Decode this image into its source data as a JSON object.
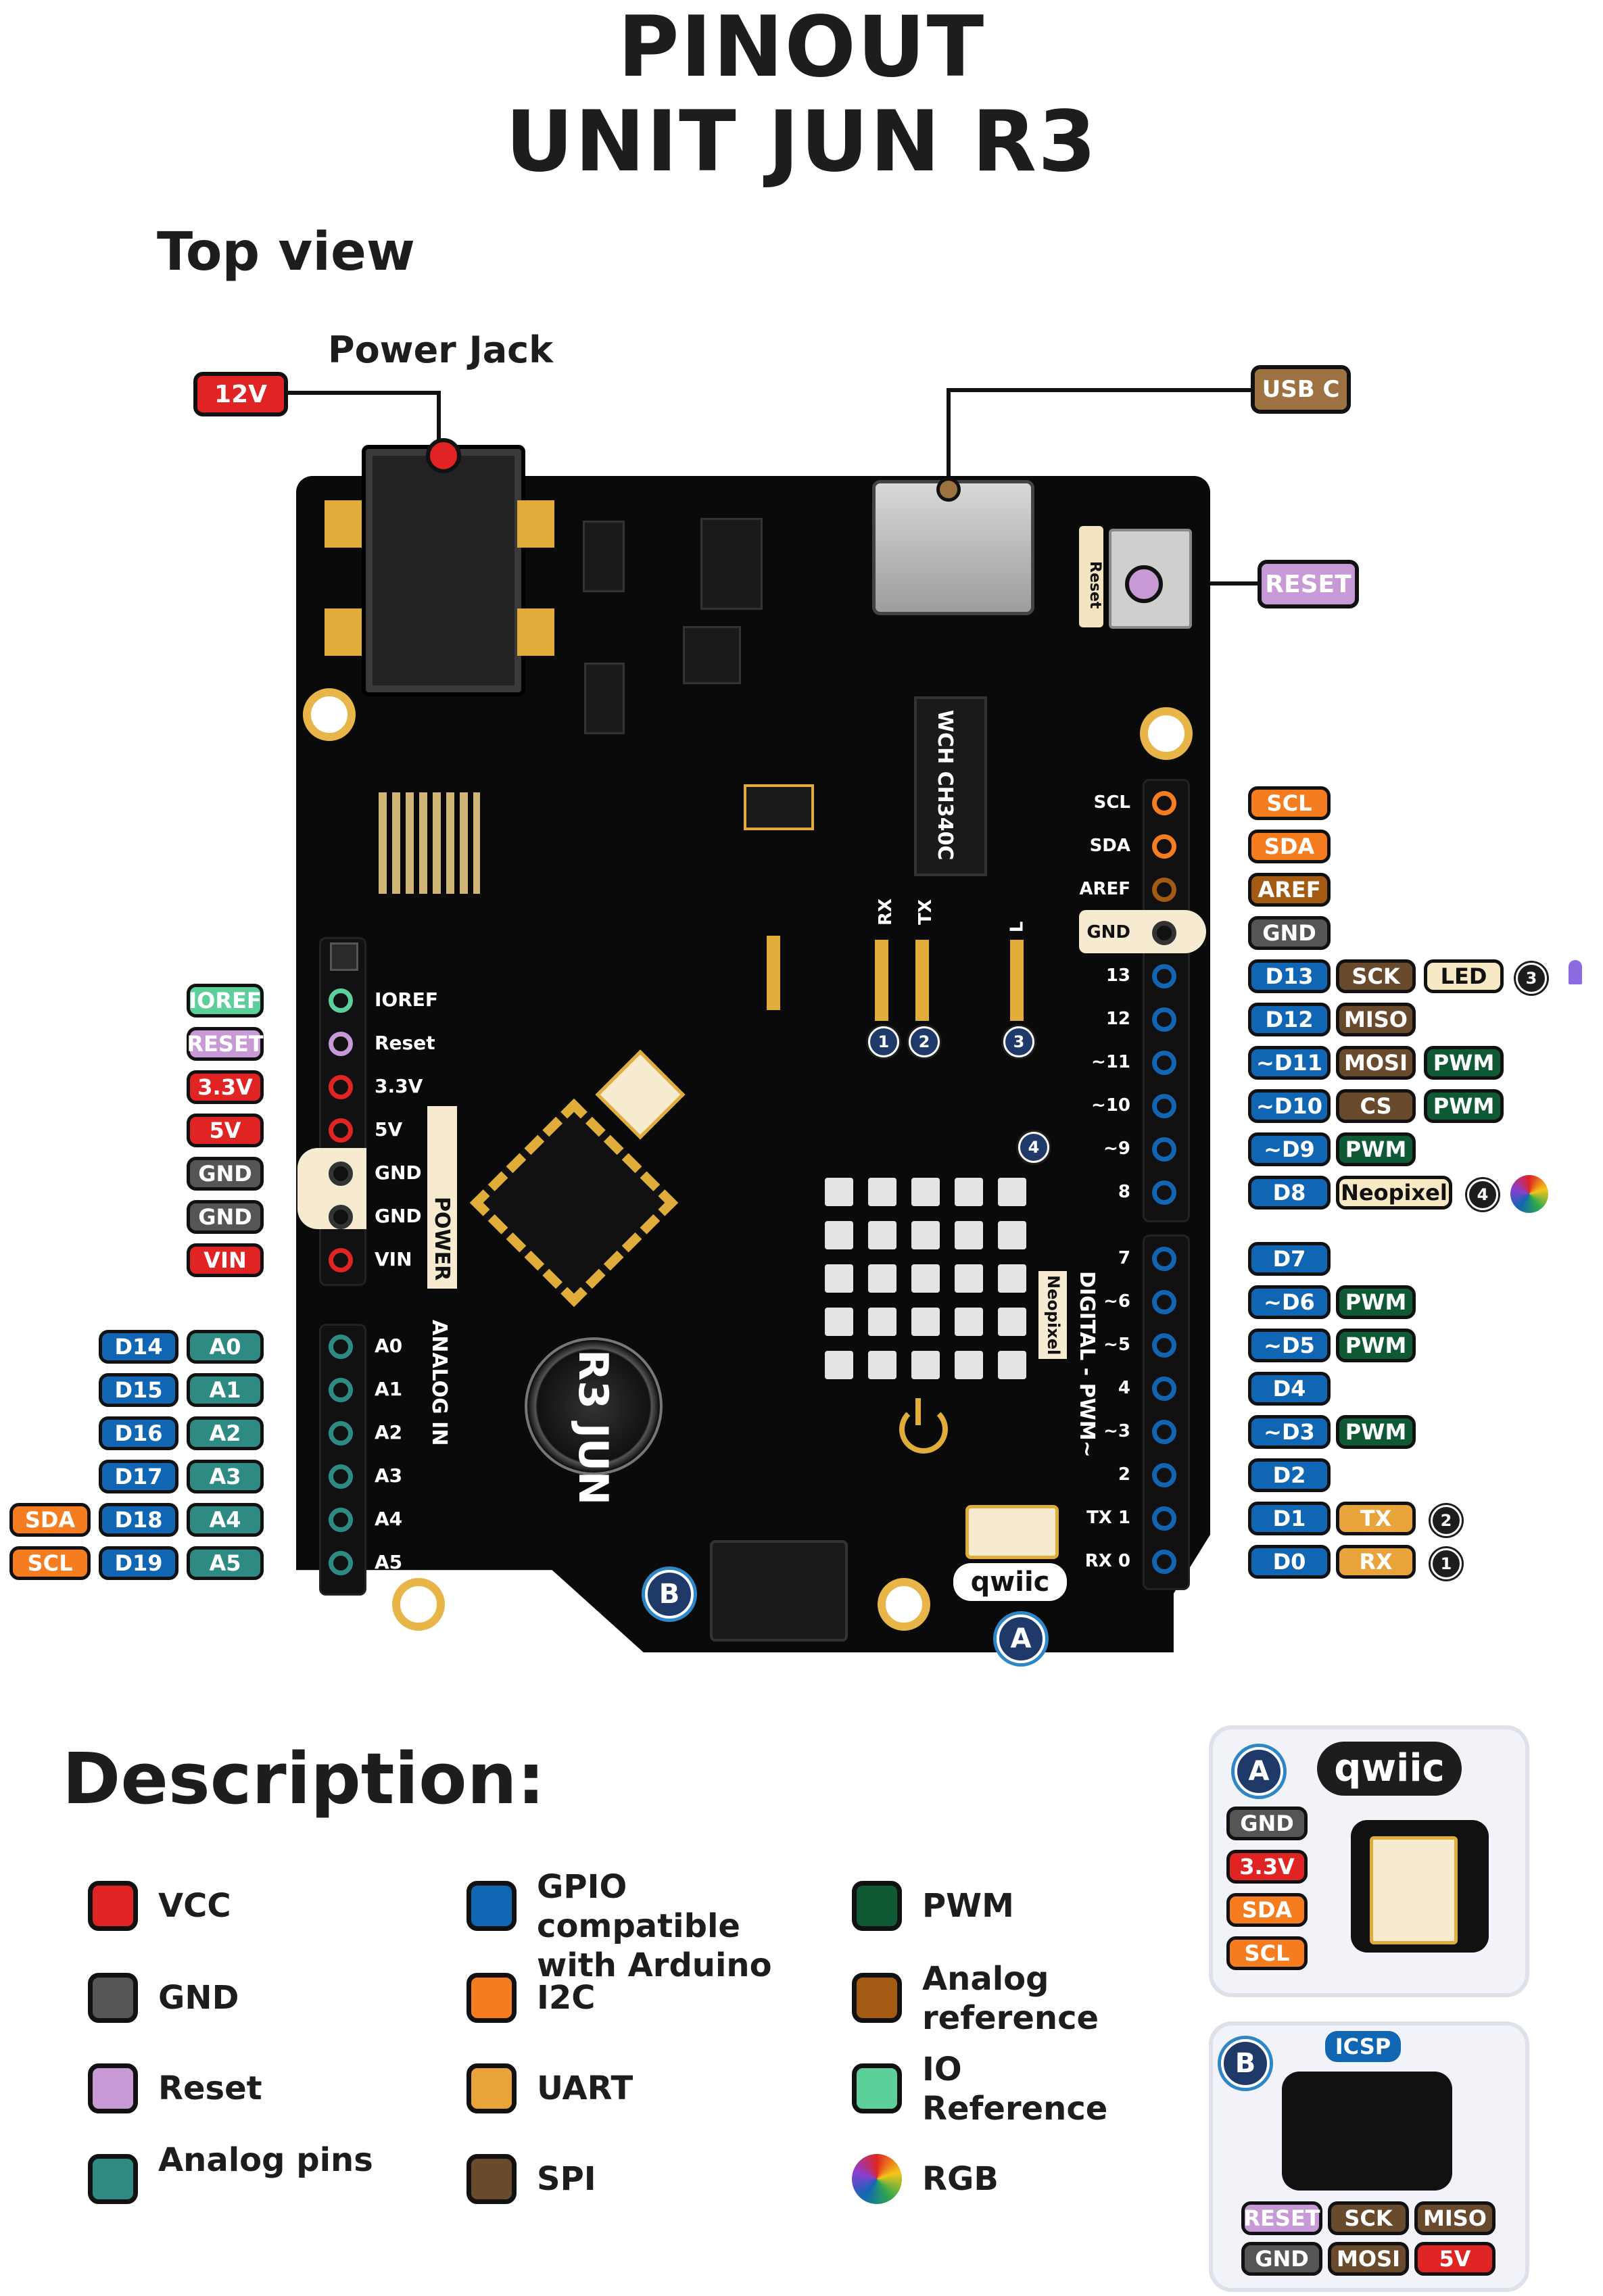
{
  "title": {
    "line1": "PINOUT",
    "line2": "UNIT JUN R3"
  },
  "subtitle": "Top view",
  "power_jack": {
    "label": "Power Jack",
    "voltage": "12V"
  },
  "usb": {
    "label": "USB C"
  },
  "reset_button": {
    "label": "RESET",
    "silk": "Reset"
  },
  "colors": {
    "vcc": "#e02424",
    "gnd": "#555555",
    "reset": "#c79ad6",
    "analog": "#2e8b84",
    "gpio": "#1166b3",
    "i2c": "#f57c1f",
    "uart": "#e8a33a",
    "spi": "#6a4a2c",
    "pwm": "#0f5a34",
    "aref": "#a35a12",
    "ioref": "#5ccf9a",
    "led": "#f6e9c4"
  },
  "power_header": {
    "silk_title": "POWER",
    "pins": [
      {
        "silk": "IOREF",
        "label": "IOREF"
      },
      {
        "silk": "Reset",
        "label": "RESET"
      },
      {
        "silk": "3.3V",
        "label": "3.3V"
      },
      {
        "silk": "5V",
        "label": "5V"
      },
      {
        "silk": "GND",
        "label": "GND"
      },
      {
        "silk": "GND",
        "label": "GND"
      },
      {
        "silk": "VIN",
        "label": "VIN"
      }
    ]
  },
  "analog_header": {
    "silk_title": "ANALOG IN",
    "pins": [
      {
        "silk": "A0",
        "d": "D14",
        "a": "A0",
        "extra": ""
      },
      {
        "silk": "A1",
        "d": "D15",
        "a": "A1",
        "extra": ""
      },
      {
        "silk": "A2",
        "d": "D16",
        "a": "A2",
        "extra": ""
      },
      {
        "silk": "A3",
        "d": "D17",
        "a": "A3",
        "extra": ""
      },
      {
        "silk": "A4",
        "d": "D18",
        "a": "A4",
        "extra": "SDA"
      },
      {
        "silk": "A5",
        "d": "D19",
        "a": "A5",
        "extra": "SCL"
      }
    ]
  },
  "digital_header_top": {
    "pins": [
      {
        "silk": "SCL",
        "l1": "SCL"
      },
      {
        "silk": "SDA",
        "l1": "SDA"
      },
      {
        "silk": "AREF",
        "l1": "AREF"
      },
      {
        "silk": "GND",
        "l1": "GND"
      },
      {
        "silk": "13",
        "l1": "D13",
        "l2": "SCK",
        "l3": "LED",
        "n": "3"
      },
      {
        "silk": "12",
        "l1": "D12",
        "l2": "MISO"
      },
      {
        "silk": "~11",
        "l1": "~D11",
        "l2": "MOSI",
        "l3": "PWM"
      },
      {
        "silk": "~10",
        "l1": "~D10",
        "l2": "CS",
        "l3": "PWM"
      },
      {
        "silk": "~9",
        "l1": "~D9",
        "l2": "PWM"
      },
      {
        "silk": "8",
        "l1": "D8",
        "l2": "Neopixel",
        "n": "4"
      }
    ]
  },
  "digital_header_bottom": {
    "silk_title": "DIGITAL - PWM~",
    "pins": [
      {
        "silk": "7",
        "l1": "D7"
      },
      {
        "silk": "~6",
        "l1": "~D6",
        "l2": "PWM"
      },
      {
        "silk": "~5",
        "l1": "~D5",
        "l2": "PWM"
      },
      {
        "silk": "4",
        "l1": "D4"
      },
      {
        "silk": "~3",
        "l1": "~D3",
        "l2": "PWM"
      },
      {
        "silk": "2",
        "l1": "D2"
      },
      {
        "silk": "TX 1",
        "l1": "D1",
        "l2": "TX",
        "n": "2"
      },
      {
        "silk": "RX 0",
        "l1": "D0",
        "l2": "RX",
        "n": "1"
      }
    ]
  },
  "board_silk": {
    "chip": "WCH CH340C",
    "rx": "RX",
    "tx": "TX",
    "l": "L",
    "neopixel": "Neopixel",
    "logo": "R3 JUN",
    "qwiic": "qwiic",
    "n1": "1",
    "n2": "2",
    "n3": "3",
    "n4": "4",
    "a": "A",
    "b": "B"
  },
  "description": {
    "heading": "Description:",
    "items": [
      {
        "label": "VCC",
        "color": "#e02424"
      },
      {
        "label": "GND",
        "color": "#555555"
      },
      {
        "label": "Reset",
        "color": "#c79ad6"
      },
      {
        "label": "Analog pins",
        "color": "#2e8b84"
      },
      {
        "label": "GPIO compatible with Arduino",
        "color": "#1166b3"
      },
      {
        "label": "I2C",
        "color": "#f57c1f"
      },
      {
        "label": "UART",
        "color": "#e8a33a"
      },
      {
        "label": "SPI",
        "color": "#6a4a2c"
      },
      {
        "label": "PWM",
        "color": "#0f5a34"
      },
      {
        "label": "Analog reference",
        "color": "#a35a12"
      },
      {
        "label": "IO Reference",
        "color": "#5ccf9a"
      },
      {
        "label": "RGB",
        "color": "rgb"
      }
    ]
  },
  "qwiic_panel": {
    "badge": "A",
    "logo": "qwiic",
    "pins": [
      "GND",
      "3.3V",
      "SDA",
      "SCL"
    ]
  },
  "icsp_panel": {
    "badge": "B",
    "title": "ICSP",
    "row1": [
      "RESET",
      "SCK",
      "MISO"
    ],
    "row2": [
      "GND",
      "MOSI",
      "5V"
    ]
  }
}
